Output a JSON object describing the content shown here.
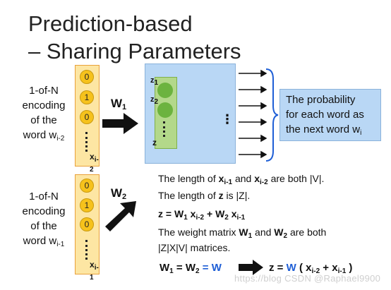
{
  "title": {
    "line1": "Prediction-based",
    "line2": "– Sharing Parameters"
  },
  "top": {
    "encoding_lines": [
      "1-of-N",
      "encoding",
      "of the",
      "word w"
    ],
    "encoding_sub": "i-2",
    "bits": [
      "0",
      "1",
      "0"
    ],
    "x_label": "x",
    "x_sub": "i-2",
    "weight": "W",
    "weight_sub": "1",
    "z_labels": [
      "z",
      "z",
      "z"
    ],
    "z_subs": [
      "1",
      "2",
      ""
    ],
    "output_dots": "⋮",
    "probability_lines": [
      "The probability",
      "for each word as",
      "the next word w"
    ],
    "probability_sub": "i"
  },
  "bottom": {
    "encoding_lines": [
      "1-of-N",
      "encoding",
      "of the",
      "word w"
    ],
    "encoding_sub": "i-1",
    "bits": [
      "0",
      "1",
      "0"
    ],
    "x_label": "x",
    "x_sub": "i-1",
    "weight": "W",
    "weight_sub": "2"
  },
  "notes": {
    "l1_a": "The length of ",
    "l1_x1": "x",
    "l1_x1s": "i-1",
    "l1_b": " and ",
    "l1_x2": "x",
    "l1_x2s": "i-2",
    "l1_c": " are both |V|.",
    "l2_a": "The length of ",
    "l2_z": "z",
    "l2_b": " is |Z|.",
    "l3_z": "z",
    "l3_eq": " = ",
    "l3_W1": "W",
    "l3_W1s": "1",
    "l3_x1": " x",
    "l3_x1s": "i-2",
    "l3_plus": " + ",
    "l3_W2": "W",
    "l3_W2s": "2",
    "l3_x2": " x",
    "l3_x2s": "i-1",
    "l4_a": "The weight matrix ",
    "l4_W1": "W",
    "l4_W1s": "1",
    "l4_b": " and ",
    "l4_W2": "W",
    "l4_W2s": "2",
    "l4_c": " are both",
    "l5": "|Z|X|V| matrices.",
    "l6_W1": "W",
    "l6_W1s": "1",
    "l6_eq": " = ",
    "l6_W2": "W",
    "l6_W2s": "2",
    "l6_eq2": " = ",
    "l6_W": "W",
    "l6_z": "z",
    "l6_eq3": " = ",
    "l6_Wb": "W",
    "l6_open": " ( ",
    "l6_x1": "x",
    "l6_x1s": "i-2",
    "l6_plus": " + ",
    "l6_x2": "x",
    "l6_x2s": "i-1",
    "l6_close": " )"
  },
  "watermark": "https://blog CSDN @Raphael9900",
  "colors": {
    "blue_text": "#1f5fd6",
    "prob_box": "#b9d7f5",
    "hidden_box": "#b9d7f5",
    "z_box": "#b3d88a",
    "node": "#6cb33f",
    "vector_bg": "#fde6a3",
    "bit": "#f6c21c"
  }
}
